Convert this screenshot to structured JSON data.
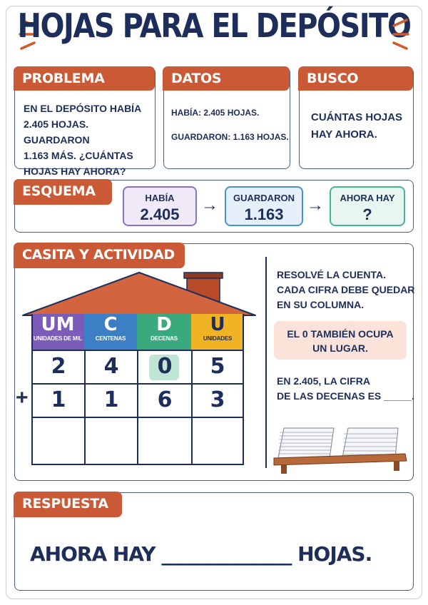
{
  "title": "HOJAS PARA EL DEPÓSITO",
  "problema": {
    "tag": "PROBLEMA",
    "lines": [
      "EN EL DEPÓSITO HABÍA",
      "2.405 HOJAS. GUARDARON",
      "1.163 MÁS. ¿CUÁNTAS",
      "HOJAS HAY AHORA?"
    ]
  },
  "datos": {
    "tag": "DATOS",
    "line1": "HABÍA: 2.405 HOJAS.",
    "line2": "GUARDARON: 1.163 HOJAS."
  },
  "busco": {
    "tag": "BUSCO",
    "lines": [
      "CUÁNTAS HOJAS",
      "HAY AHORA."
    ]
  },
  "esquema": {
    "tag": "ESQUEMA",
    "boxes": [
      {
        "label": "HABÍA",
        "value": "2.405"
      },
      {
        "label": "GUARDARON",
        "value": "1.163"
      },
      {
        "label": "AHORA HAY",
        "value": "?"
      }
    ]
  },
  "casita": {
    "tag": "CASITA Y ACTIVIDAD",
    "headers": [
      {
        "big": "UM",
        "small": "UNIDADES DE MIL",
        "color": "#7b5cb8"
      },
      {
        "big": "C",
        "small": "CENTENAS",
        "color": "#3d7fc4"
      },
      {
        "big": "D",
        "small": "DECENAS",
        "color": "#3aa97c"
      },
      {
        "big": "U",
        "small": "UNIDADES",
        "color": "#f0b323"
      }
    ],
    "row1": [
      "2",
      "4",
      "0",
      "5"
    ],
    "row2": [
      "1",
      "1",
      "6",
      "3"
    ],
    "plus": "+",
    "instructions": [
      "RESOLVÉ LA CUENTA.",
      "CADA CIFRA DEBE QUEDAR",
      "EN SU COLUMNA."
    ],
    "hint": [
      "EL 0 TAMBIÉN OCUPA",
      "UN LUGAR."
    ],
    "question": [
      "EN 2.405, LA CIFRA",
      "DE LAS DECENAS ES _____."
    ]
  },
  "respuesta": {
    "tag": "RESPUESTA",
    "start": "AHORA HAY",
    "blank": "______________",
    "end": "HOJAS."
  },
  "colors": {
    "navy": "#1d2e5a",
    "accent": "#c95a35",
    "roof": "#d2643e"
  }
}
